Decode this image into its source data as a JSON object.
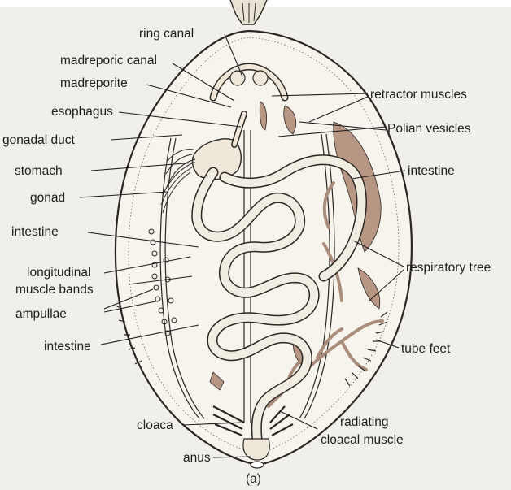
{
  "labels": {
    "ring_canal": "ring canal",
    "madreporic_canal": "madreporic canal",
    "madreporite": "madreporite",
    "esophagus": "esophagus",
    "gonadal_duct": "gonadal duct",
    "stomach": "stomach",
    "gonad": "gonad",
    "intestine_left_upper": "intestine",
    "longitudinal_1": "longitudinal",
    "longitudinal_2": "muscle bands",
    "ampullae": "ampullae",
    "intestine_left_lower": "intestine",
    "cloaca": "cloaca",
    "anus": "anus",
    "retractor_muscles": "retractor muscles",
    "polian_vesicles": "Polian vesicles",
    "intestine_right": "intestine",
    "respiratory_tree": "respiratory tree",
    "tube_feet": "tube feet",
    "radiating_1": "radiating",
    "radiating_2": "cloacal muscle",
    "caption": "(a)"
  },
  "colors": {
    "paper": "#f1efe9",
    "ink": "#1d1d1d",
    "tissue_brown": "#b89684"
  }
}
